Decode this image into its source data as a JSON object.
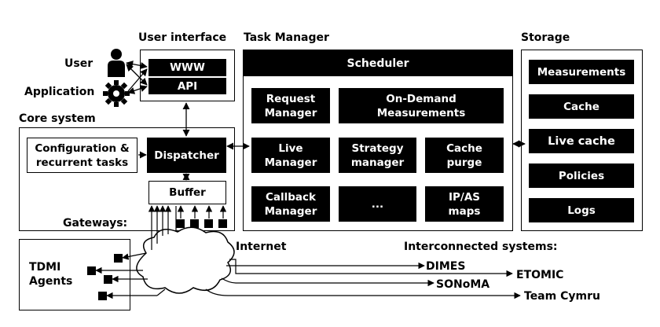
{
  "sections": {
    "user_interface": "User interface",
    "task_manager": "Task Manager",
    "storage": "Storage",
    "core_system": "Core system",
    "gateways": "Gateways:",
    "internet": "Internet",
    "interconnected": "Interconnected systems:"
  },
  "actors": {
    "user": "User",
    "application": "Application"
  },
  "user_interface": {
    "www": "WWW",
    "api": "API"
  },
  "task_manager": {
    "scheduler": "Scheduler",
    "request_manager": "Request\nManager",
    "on_demand": "On-Demand\nMeasurements",
    "live_manager": "Live\nManager",
    "strategy_manager": "Strategy\nmanager",
    "cache_purge": "Cache\npurge",
    "callback_manager": "Callback\nManager",
    "ellipsis": "...",
    "ip_as_maps": "IP/AS\nmaps"
  },
  "storage": {
    "items": [
      "Measurements",
      "Cache",
      "Live cache",
      "Policies",
      "Logs"
    ]
  },
  "core": {
    "configuration": "Configuration &\nrecurrent tasks",
    "dispatcher": "Dispatcher",
    "buffer": "Buffer"
  },
  "agents": {
    "label": "TDMI\nAgents"
  },
  "external": {
    "dimes": "DIMES",
    "etomic": "ETOMIC",
    "sonoma": "SONoMA",
    "team_cymru": "Team Cymru"
  }
}
